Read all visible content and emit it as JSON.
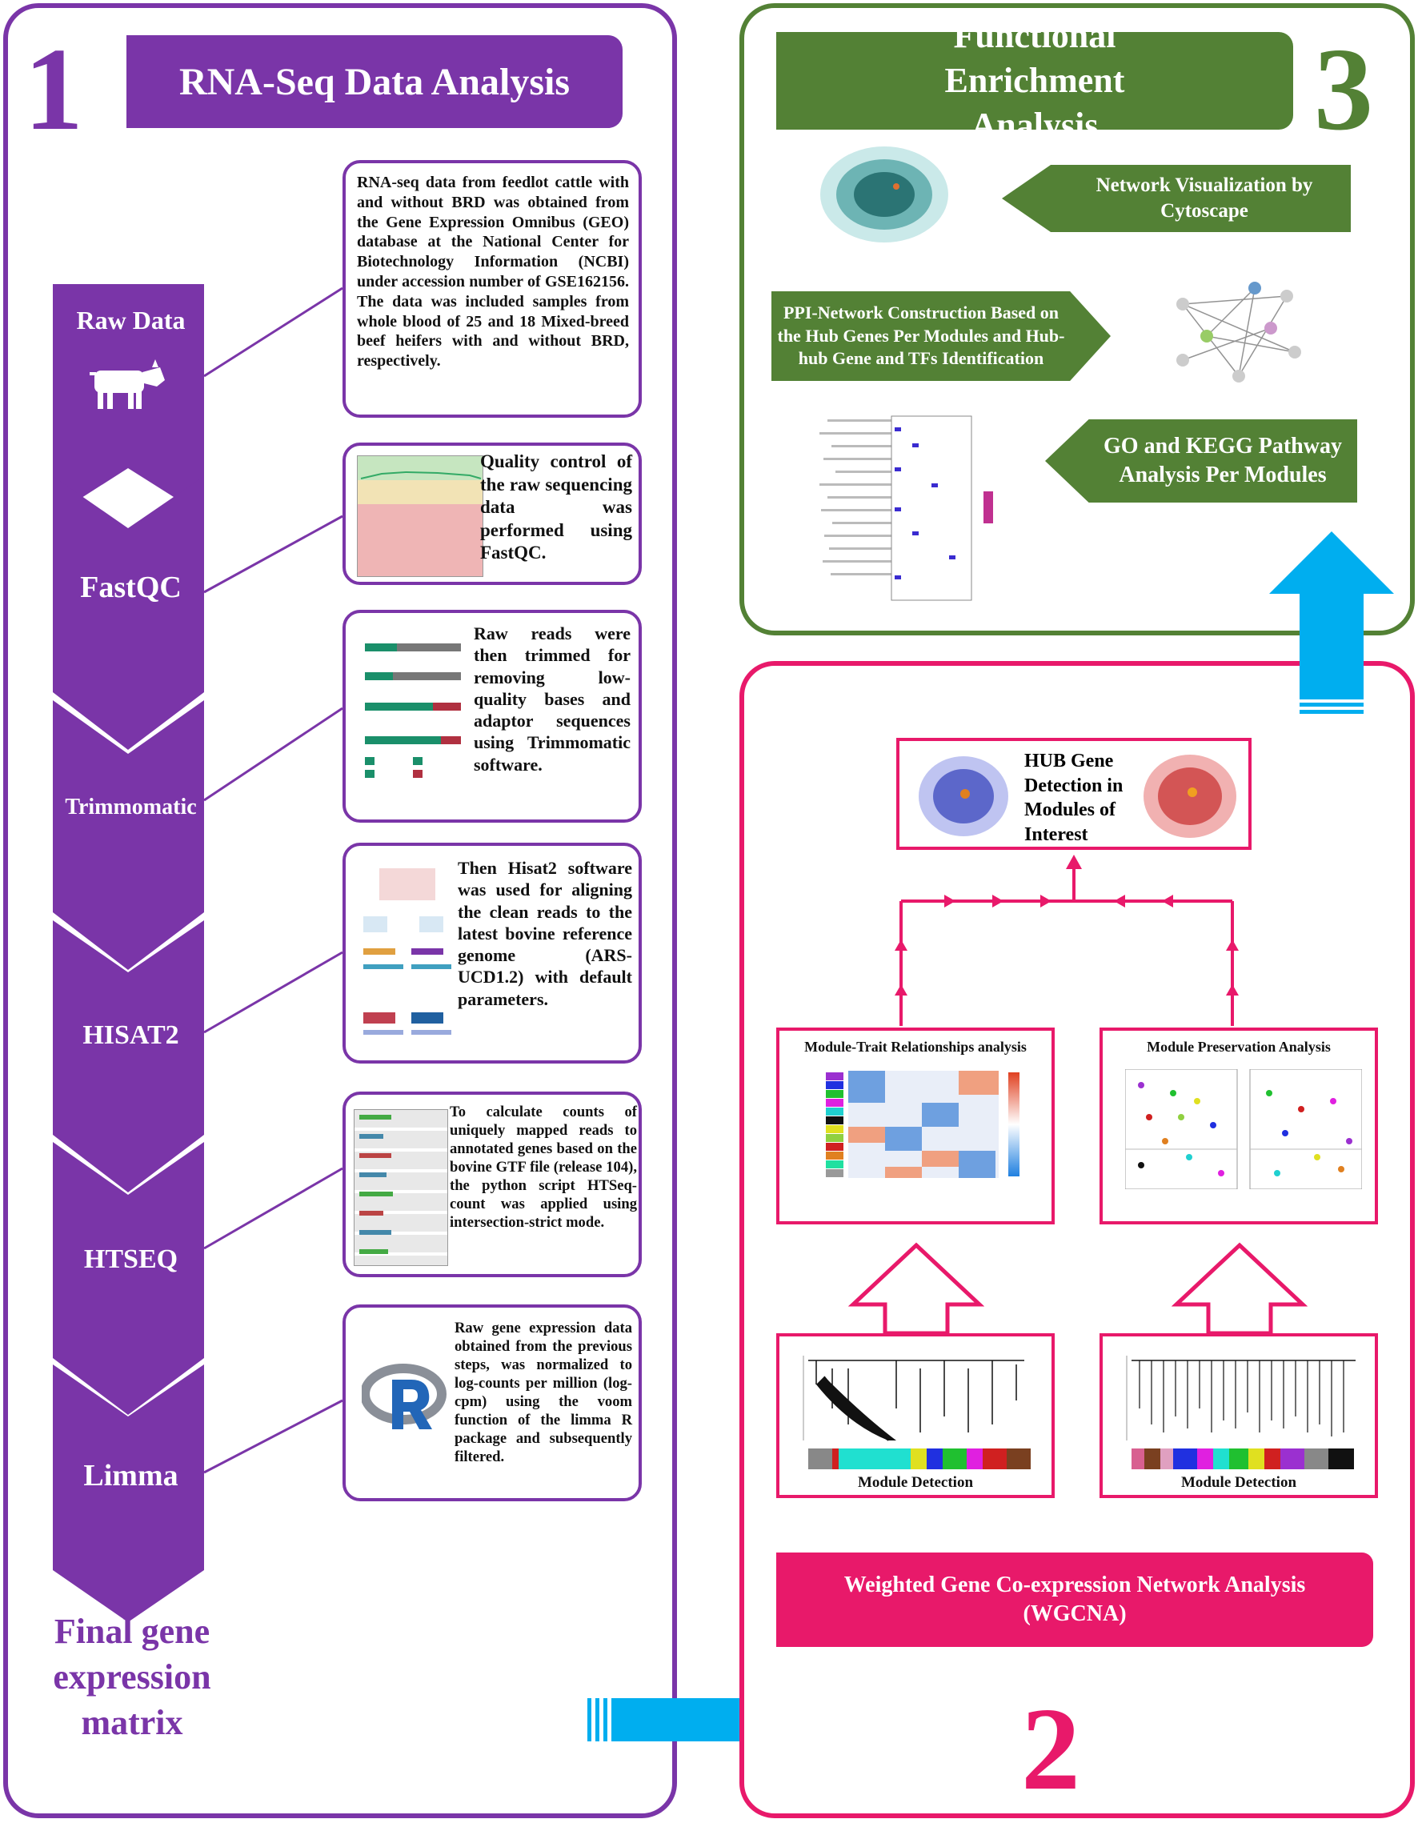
{
  "panel1": {
    "number": "1",
    "title": "RNA-Seq Data Analysis",
    "steps": [
      {
        "label": "Raw Data",
        "description": "RNA-seq data from feedlot cattle with and without BRD was obtained from the Gene Expression Omnibus (GEO) database at the National Center for Biotechnology Information (NCBI) under accession number of GSE162156. The data was included samples from whole blood of 25 and 18 Mixed-breed beef heifers with and without BRD, respectively."
      },
      {
        "label": "FastQC",
        "description": "Quality control of the raw sequencing data was performed using FastQC."
      },
      {
        "label": "Trimmomatic",
        "description": "Raw reads were then trimmed for removing low-quality bases and adaptor sequences using Trimmomatic software."
      },
      {
        "label": "HISAT2",
        "description": "Then Hisat2 software was used for aligning the clean reads to the latest bovine reference genome (ARS-UCD1.2) with default parameters."
      },
      {
        "label": "HTSEQ",
        "description": "To calculate counts of uniquely mapped reads to annotated genes based on the bovine GTF file (release 104), the python script HTSeq-count was applied using intersection-strict mode."
      },
      {
        "label": "Limma",
        "description": "Raw gene expression data obtained from the previous steps, was normalized to log-counts per million (log-cpm) using the voom function of the limma R package and subsequently filtered."
      }
    ],
    "final_output": "Final gene expression matrix"
  },
  "panel2": {
    "number": "2",
    "title": "Weighted Gene Co-expression Network Analysis (WGCNA)",
    "hub_box": "HUB Gene Detection in Modules of Interest",
    "module_trait": "Module-Trait Relationships analysis",
    "module_preservation": "Module Preservation Analysis",
    "module_detection_left": "Module Detection",
    "module_detection_right": "Module Detection"
  },
  "panel3": {
    "number": "3",
    "title": "Functional Enrichment Analysis",
    "network_visualization": "Network Visualization by Cytoscape",
    "ppi_network": "PPI-Network Construction Based on the Hub Genes Per Modules and Hub-hub Gene and TFs Identification",
    "go_kegg": "GO and KEGG Pathway Analysis Per Modules"
  },
  "colors": {
    "purple": "#7a35a8",
    "green": "#538135",
    "pink": "#e8196a",
    "cyan": "#00aeef"
  },
  "icons": {
    "raw_data": "cow-icon",
    "limma": "r-logo-icon"
  }
}
